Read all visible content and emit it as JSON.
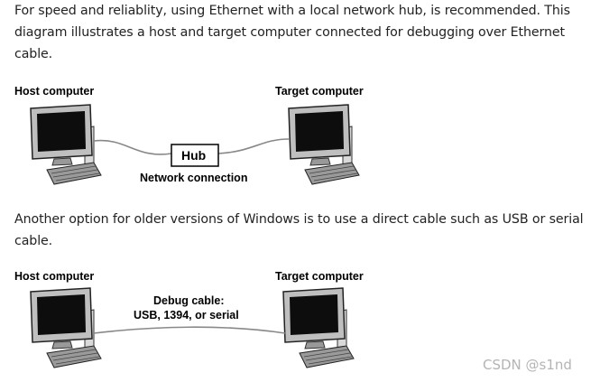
{
  "paragraphs": {
    "p1": "For speed and reliablity, using Ethernet with a local network hub, is recommended. This diagram illustrates a host and target computer connected for debugging over Ethernet cable.",
    "p2": "Another option for older versions of Windows is to use a direct cable such as USB or serial cable."
  },
  "diagram_ethernet": {
    "host_label": "Host computer",
    "target_label": "Target computer",
    "hub_label": "Hub",
    "connection_label": "Network connection"
  },
  "diagram_direct": {
    "host_label": "Host computer",
    "target_label": "Target computer",
    "cable_label_line1": "Debug cable:",
    "cable_label_line2": "USB, 1394, or serial"
  },
  "watermark": "CSDN @s1nd"
}
